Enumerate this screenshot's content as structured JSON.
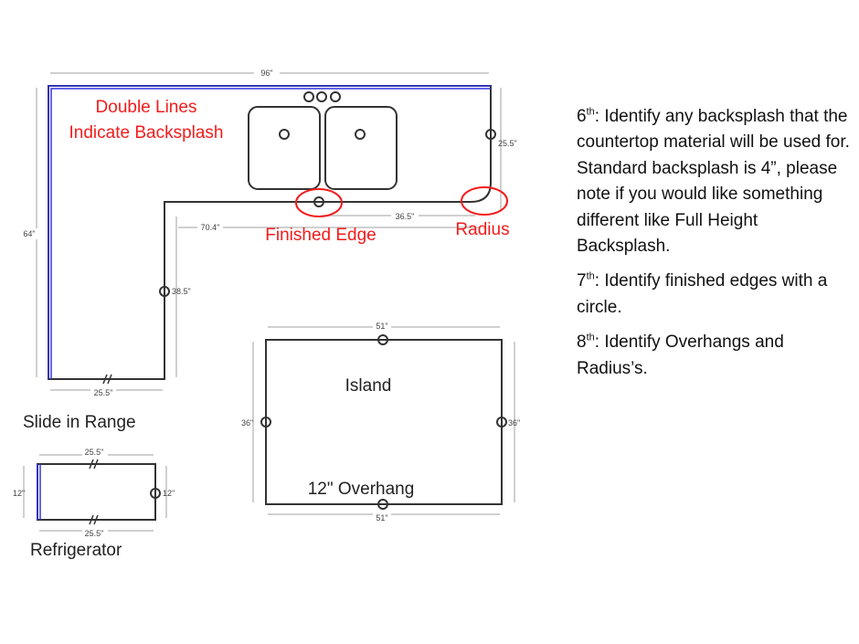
{
  "diagram": {
    "annotations": {
      "backsplash_line1": "Double Lines",
      "backsplash_line2": "Indicate Backsplash",
      "finished_edge": "Finished Edge",
      "radius": "Radius"
    },
    "dimensions": {
      "top": "96\"",
      "left": "64\"",
      "right": "25.5\"",
      "inner_right": "36.5\"",
      "inner_long": "70.4\"",
      "inner_left": "38.5\"",
      "bottom": "25.5\""
    },
    "island": {
      "label": "Island",
      "overhang": "12\" Overhang",
      "top": "51\"",
      "bottom": "51\"",
      "left": "36\"",
      "right": "36\""
    },
    "range": {
      "label": "Slide in Range"
    },
    "refrigerator": {
      "label": "Refrigerator",
      "top": "25.5\"",
      "bottom": "25.5\"",
      "left": "12\"",
      "right": "12\""
    },
    "colors": {
      "backsplash": "#3535e0",
      "annotation": "#f21c1c",
      "outline": "#333333",
      "dimension": "#d0d0d0"
    }
  },
  "notes": [
    {
      "num": "6",
      "sup": "th",
      "text": ": Identify any backsplash that the countertop material will be used for. Standard backsplash is 4”, please note if you would like something different like Full Height Backsplash."
    },
    {
      "num": "7",
      "sup": "th",
      "text": ": Identify finished edges with a circle."
    },
    {
      "num": "8",
      "sup": "th",
      "text": ": Identify Overhangs and Radius’s."
    }
  ]
}
